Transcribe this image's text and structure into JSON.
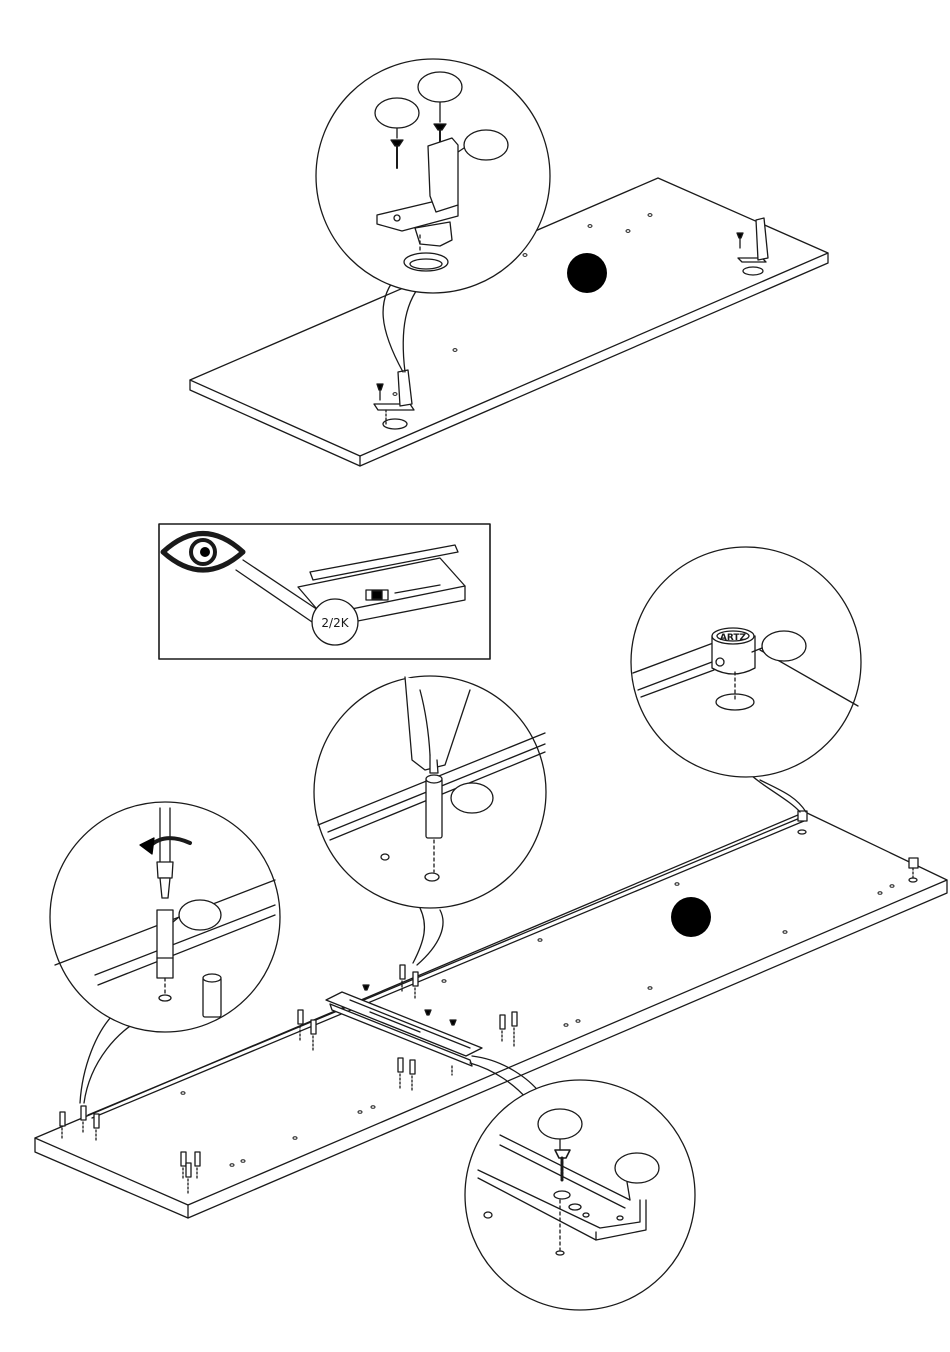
{
  "labels": {
    "part_code": "2/2K",
    "cam_brand": "ARTZ"
  },
  "icons": {
    "inspect": "eye-icon",
    "rotate": "rotate-arrow-icon",
    "step_marker": "step-marker-dot"
  },
  "colors": {
    "line": "#1a1a1a",
    "fill": "#ffffff",
    "marker": "#000000"
  }
}
